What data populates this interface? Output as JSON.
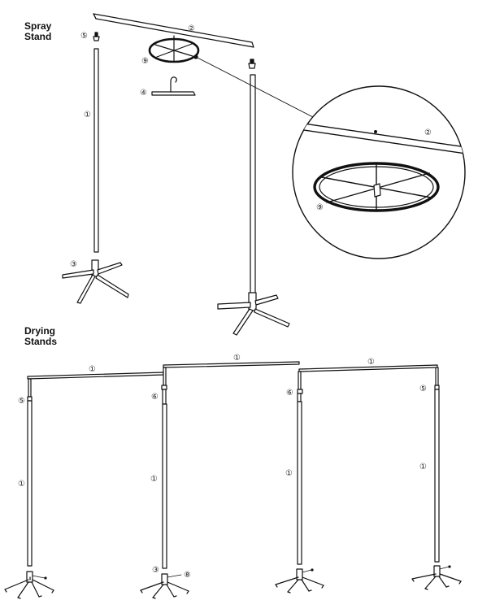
{
  "sections": {
    "spray": {
      "line1": "Spray",
      "line2": "Stand"
    },
    "drying": {
      "line1": "Drying",
      "line2": "Stands"
    }
  },
  "callouts": {
    "pole": "①",
    "crossbar": "②",
    "base": "③",
    "hanger": "④",
    "cap": "⑤",
    "connector": "⑥",
    "clip": "⑧",
    "ring": "⑨"
  },
  "colors": {
    "stroke": "#111111",
    "label": "#222222",
    "background": "#ffffff"
  }
}
